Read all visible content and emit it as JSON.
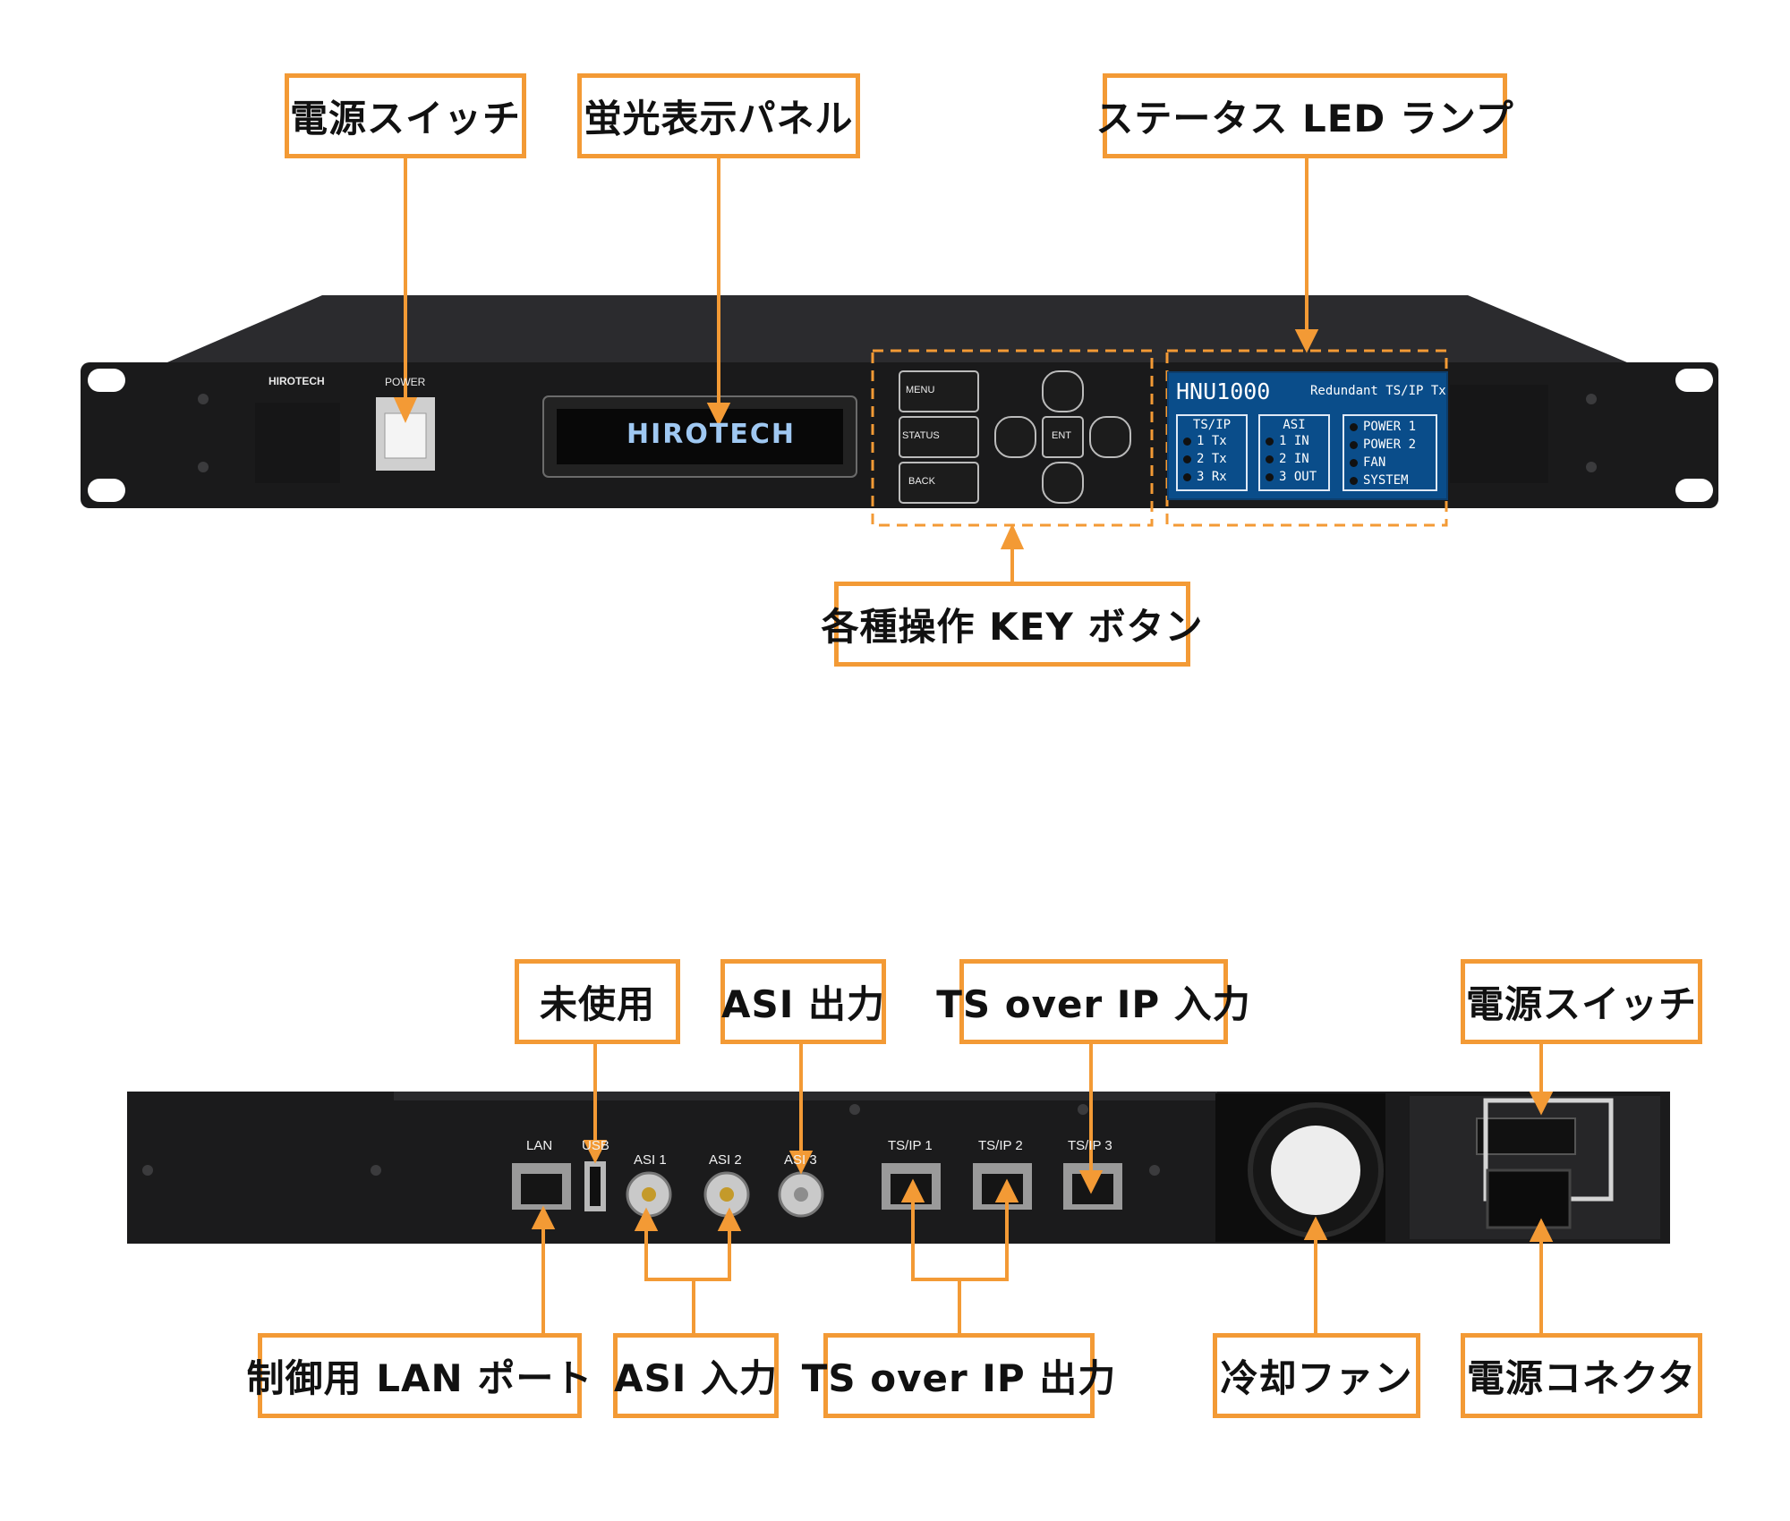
{
  "front": {
    "brand_logo": "HIROTECH",
    "power_label": "POWER",
    "vfd_text": "HIROTECH",
    "keys": {
      "menu": "MENU",
      "status": "STATUS",
      "back": "BACK",
      "ent": "ENT"
    },
    "status_panel": {
      "model": "HNU1000",
      "subtitle": "Redundant TS/IP Tx",
      "groups": [
        {
          "title": "TS/IP",
          "rows": [
            "1 Tx",
            "2 Tx",
            "3 Rx"
          ]
        },
        {
          "title": "ASI",
          "rows": [
            "1 IN",
            "2 IN",
            "3 OUT"
          ]
        },
        {
          "title": "",
          "rows": [
            "POWER 1",
            "POWER 2",
            "FAN",
            "SYSTEM"
          ]
        }
      ]
    }
  },
  "front_callouts": {
    "power_switch": "電源スイッチ",
    "vfd_panel": "蛍光表示パネル",
    "status_led": "ステータス LED ランプ",
    "keys": "各種操作 KEY ボタン"
  },
  "rear": {
    "port_labels": {
      "lan": "LAN",
      "usb": "USB",
      "asi1": "ASI 1",
      "asi2": "ASI 2",
      "asi3": "ASI 3",
      "tsip1": "TS/IP 1",
      "tsip2": "TS/IP 2",
      "tsip3": "TS/IP 3"
    }
  },
  "rear_callouts": {
    "unused": "未使用",
    "asi_out": "ASI 出力",
    "tsip_in": "TS over IP 入力",
    "power_switch": "電源スイッチ",
    "lan_port": "制御用 LAN ポート",
    "asi_in": "ASI 入力",
    "tsip_out": "TS over IP 出力",
    "fan": "冷却ファン",
    "power_connector": "電源コネクタ"
  },
  "colors": {
    "accent": "#f39a35",
    "chassis": "#1b1b1c",
    "status_blue": "#0a4d8a"
  }
}
